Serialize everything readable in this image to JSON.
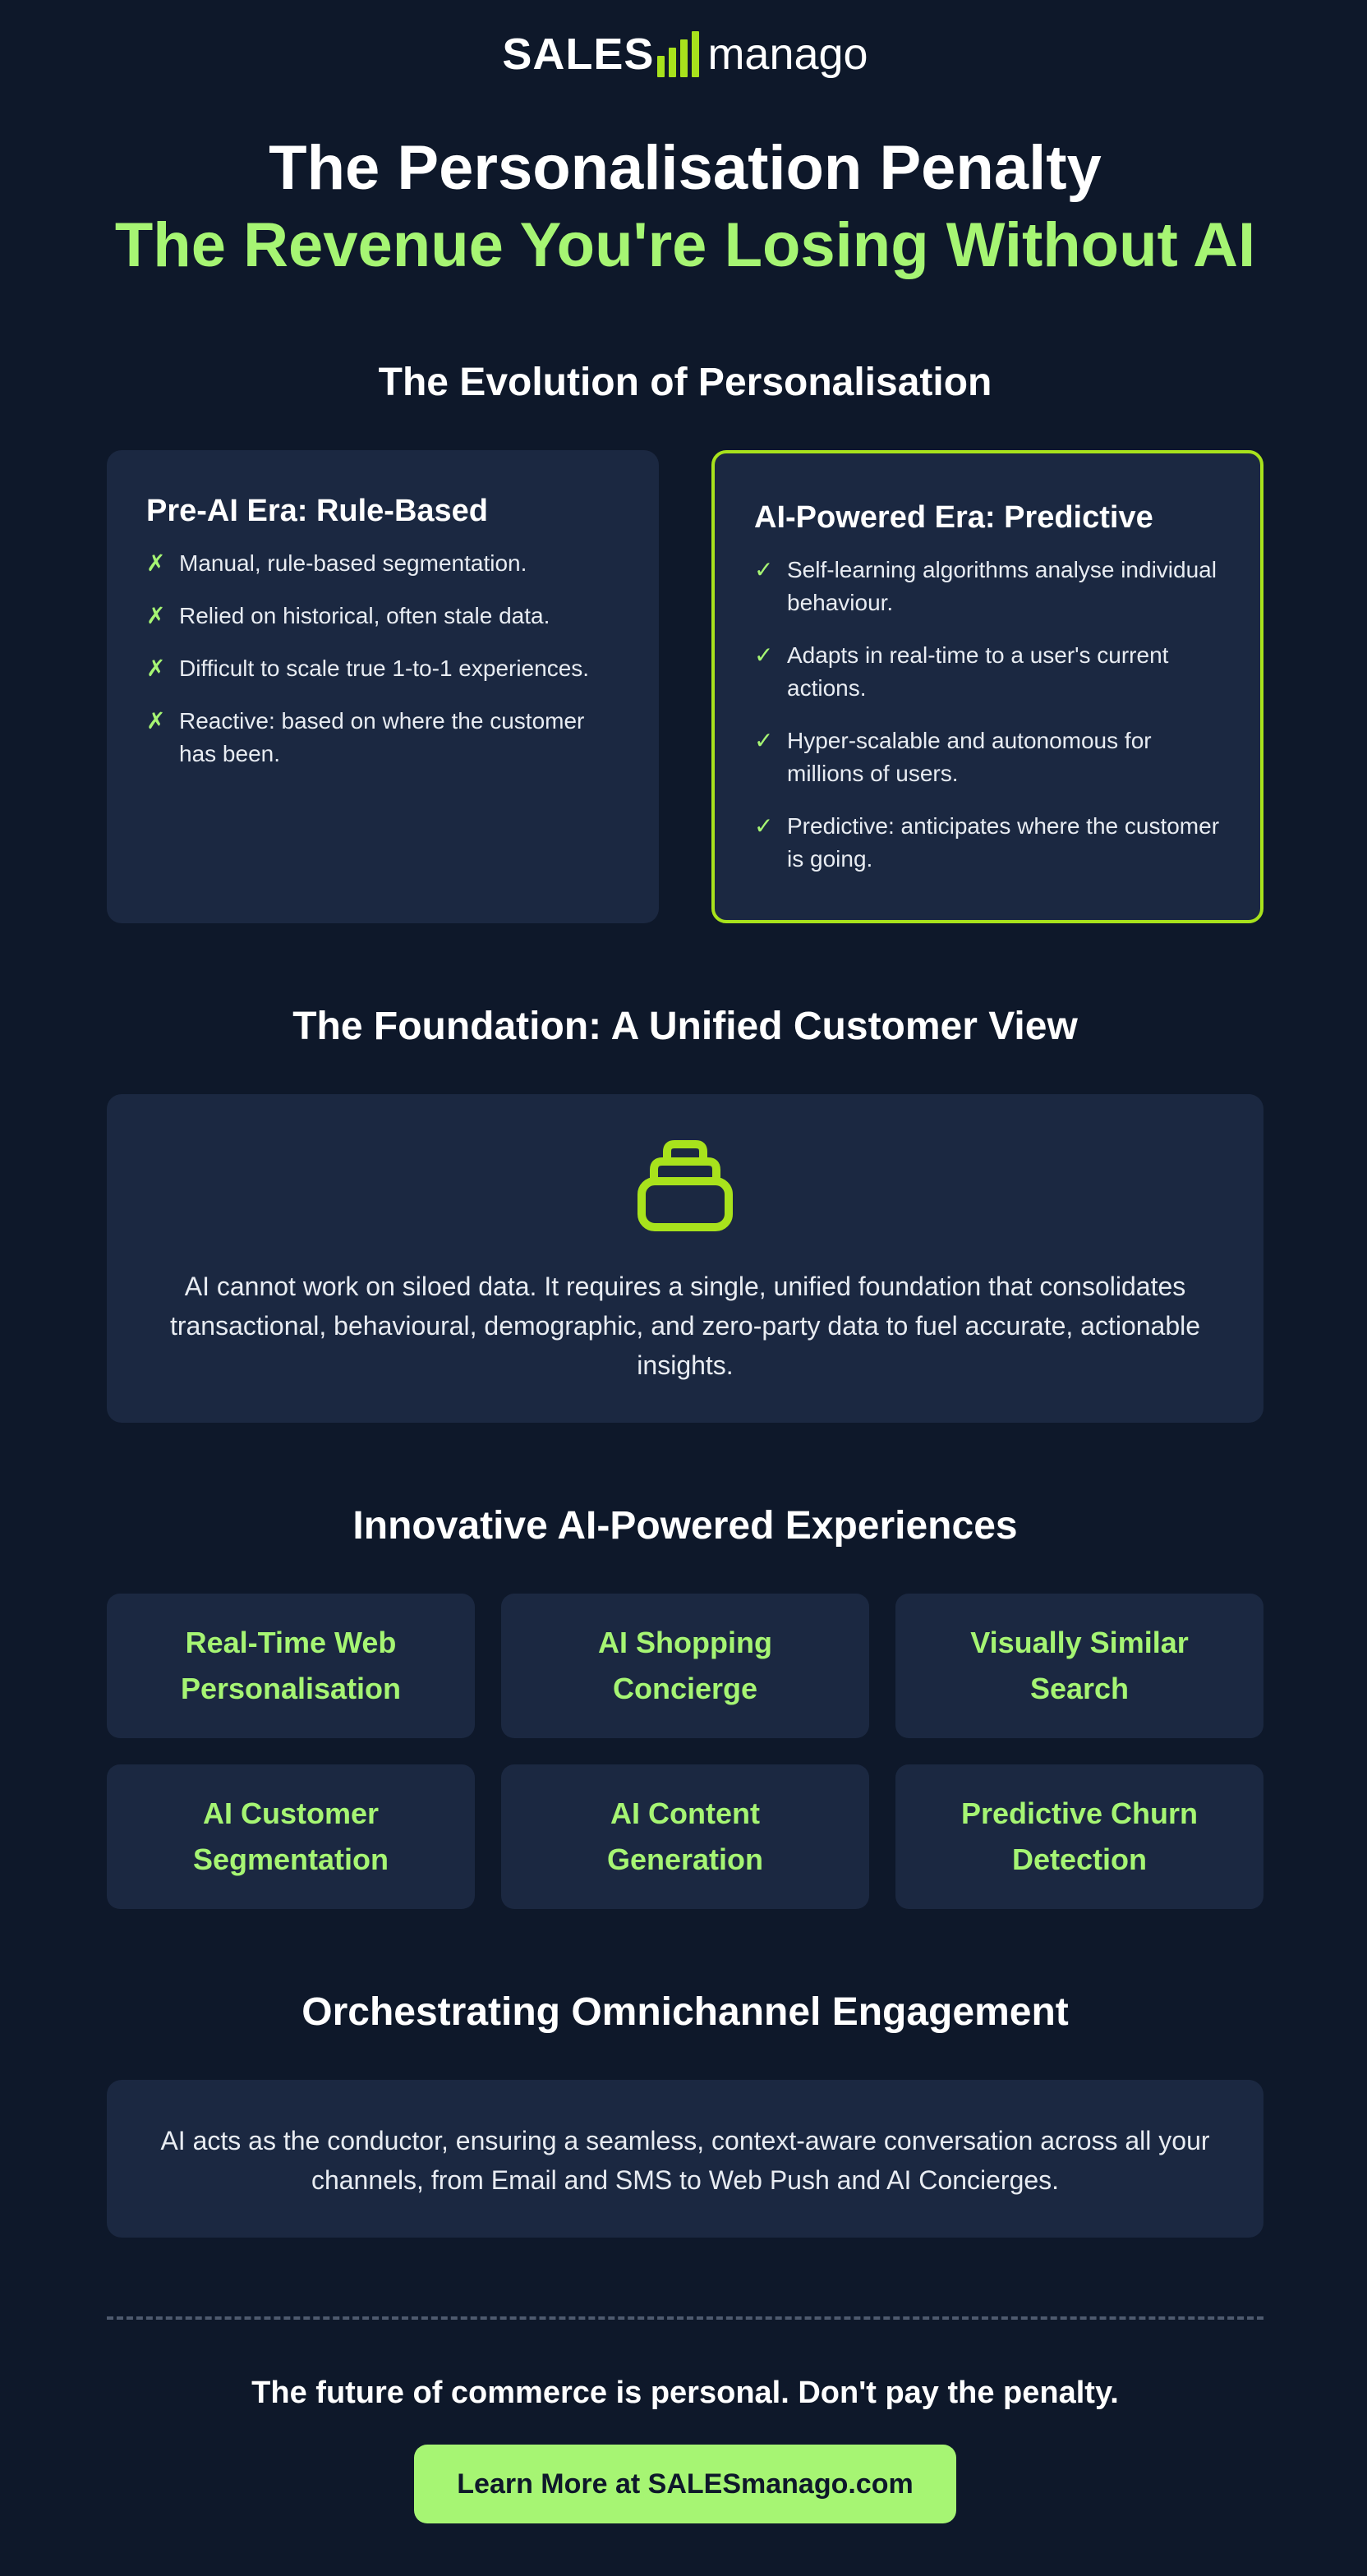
{
  "brand": {
    "left": "SALES",
    "right": "manago"
  },
  "header": {
    "title": "The Personalisation Penalty",
    "subtitle": "The Revenue You're Losing Without AI"
  },
  "evolution": {
    "heading": "The Evolution of Personalisation",
    "pre": {
      "title": "Pre-AI Era: Rule-Based",
      "marker": "✗",
      "items": [
        "Manual, rule-based segmentation.",
        "Relied on historical, often stale data.",
        "Difficult to scale true 1-to-1 experiences.",
        "Reactive: based on where the customer has been."
      ]
    },
    "ai": {
      "title": "AI-Powered Era: Predictive",
      "marker": "✓",
      "items": [
        "Self-learning algorithms analyse individual behaviour.",
        "Adapts in real-time to a user's current actions.",
        "Hyper-scalable and autonomous for millions of users.",
        "Predictive: anticipates where the customer is going."
      ]
    }
  },
  "foundation": {
    "heading": "The Foundation: A Unified Customer View",
    "icon": "database-icon",
    "text": "AI cannot work on siloed data. It requires a single, unified foundation that consolidates transactional, behavioural, demographic, and zero-party data to fuel accurate, actionable insights."
  },
  "experiences": {
    "heading": "Innovative AI-Powered Experiences",
    "tiles": [
      "Real-Time Web Personalisation",
      "AI Shopping Concierge",
      "Visually Similar Search",
      "AI Customer Segmentation",
      "AI Content Generation",
      "Predictive Churn Detection"
    ]
  },
  "omnichannel": {
    "heading": "Orchestrating Omnichannel Engagement",
    "text": "AI acts as the conductor, ensuring a seamless, context-aware conversation across all your channels, from Email and SMS to Web Push and AI Concierges."
  },
  "footer": {
    "tagline": "The future of commerce is personal. Don't pay the penalty.",
    "cta": "Learn More at SALESmanago.com"
  },
  "colors": {
    "background": "#0e182a",
    "card": "#1b2841",
    "accent": "#a6f573",
    "accent_border": "#a8e21c"
  }
}
